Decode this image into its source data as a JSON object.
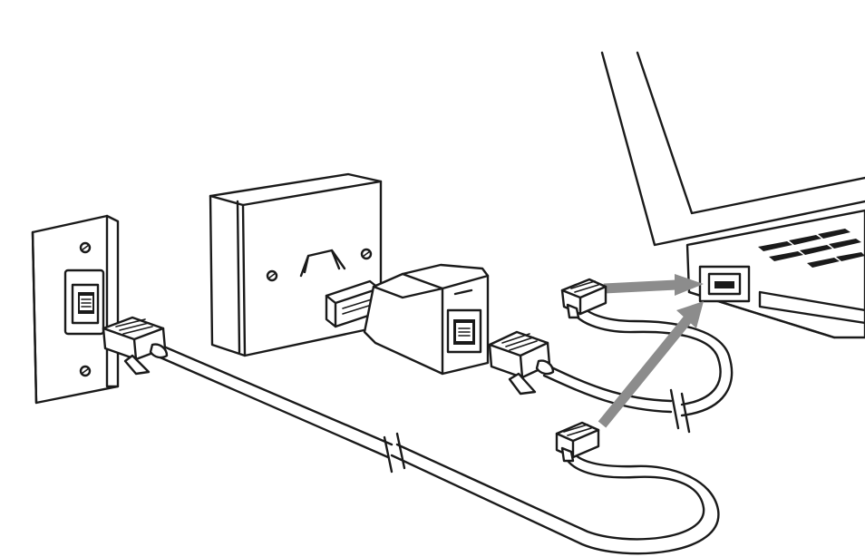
{
  "diagram": {
    "colors": {
      "line": "#1a1a1a",
      "background": "#ffffff",
      "arrow": "#8c8c8c"
    },
    "parts": [
      {
        "id": "wall-jack",
        "icon": "wall-phone-jack-icon"
      },
      {
        "id": "master-socket",
        "icon": "bt-master-socket-icon"
      },
      {
        "id": "adapter",
        "icon": "socket-to-rj11-adapter-icon"
      },
      {
        "id": "laptop",
        "icon": "laptop-modem-port-icon"
      },
      {
        "id": "cable-long",
        "icon": "telephone-cable-long-icon"
      },
      {
        "id": "cable-short",
        "icon": "telephone-cable-short-icon"
      }
    ],
    "arrows": [
      {
        "id": "arrow-upper",
        "from": "cable-short-plug",
        "to": "laptop-port"
      },
      {
        "id": "arrow-lower",
        "from": "cable-long-plug",
        "to": "laptop-port"
      }
    ]
  }
}
